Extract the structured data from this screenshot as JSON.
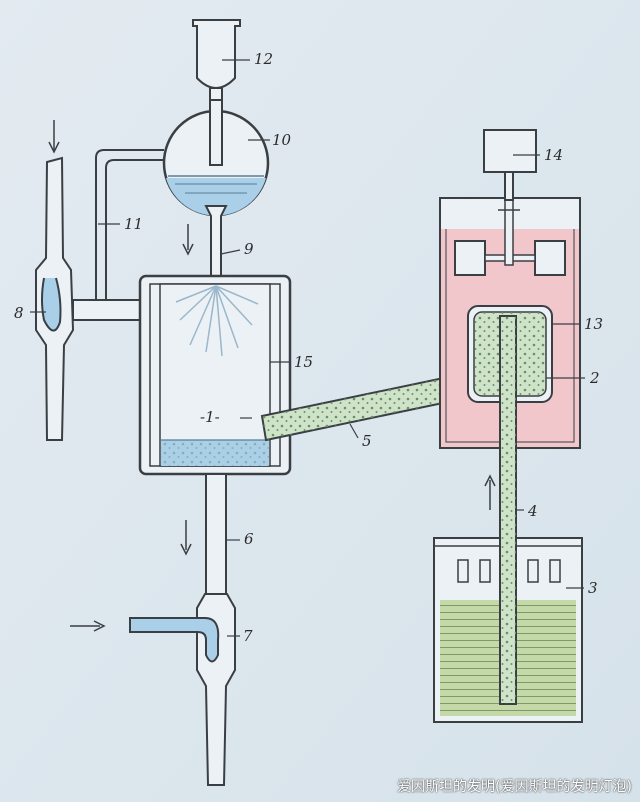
{
  "labels": {
    "n1": "-1-",
    "n2": "2",
    "n3": "3",
    "n4": "4",
    "n5": "5",
    "n6": "6",
    "n7": "7",
    "n8": "8",
    "n9": "9",
    "n10": "10",
    "n11": "11",
    "n12": "12",
    "n13": "13",
    "n14": "14",
    "n15": "15"
  },
  "watermark": "爱因斯坦的发明(爱因斯坦的发明灯泡)",
  "colors": {
    "background": "#dde7ee",
    "line": "#3a3f44",
    "water": "#aacfe8",
    "pink": "#f1c7cc",
    "green": "#c4d8a8",
    "tube": "#cfe3c9",
    "paper": "#ebf1f4"
  }
}
